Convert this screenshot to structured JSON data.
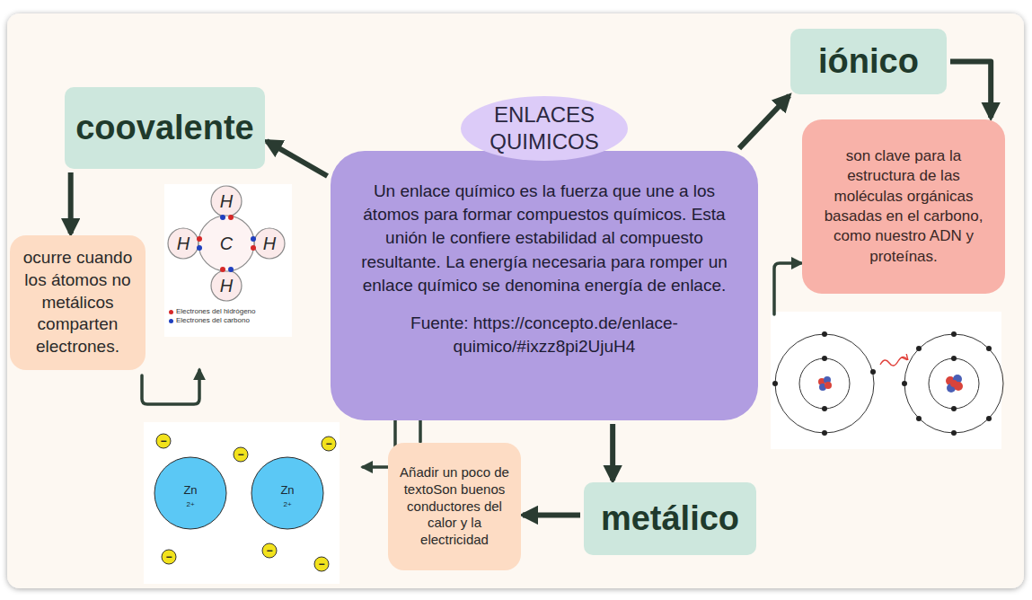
{
  "diagram": {
    "title": "ENLACES QUIMICOS",
    "nodes": [
      {
        "text": [
          "Un enlace químico es la fuerza que une a los átomos para formar compuestos químicos. Esta unión le confiere estabilidad al compuesto resultante. La energía necesaria para romper un enlace químico se denomina energía de enlace.",
          "Fuente: https://concepto.de/enlace-quimico/#ixzz8pi2UjuH4"
        ]
      },
      {
        "text": [
          "coovalente"
        ]
      },
      {
        "text": [
          "ocurre cuando los átomos no metálicos comparten electrones."
        ]
      },
      {
        "text": [
          "iónico"
        ]
      },
      {
        "text": [
          "son clave para la estructura de las moléculas orgánicas basadas en el carbono, como nuestro ADN y proteínas."
        ]
      },
      {
        "text": [
          "metálico"
        ]
      },
      {
        "text": [
          "Añadir un poco de textoSon buenos conductores del calor y la electricidad"
        ]
      }
    ],
    "edges": [
      {
        "from": 0,
        "to": 1,
        "arrow": "to"
      },
      {
        "from": 0,
        "to": 3,
        "arrow": "to"
      },
      {
        "from": 0,
        "to": 5,
        "arrow": "to"
      },
      {
        "from": 1,
        "to": 2,
        "arrow": "to"
      },
      {
        "from": 3,
        "to": 4,
        "arrow": "to"
      },
      {
        "from": 5,
        "to": 6,
        "arrow": "to"
      }
    ],
    "labels": [
      "H",
      "H",
      "C",
      "H",
      "H",
      "Zn",
      "2+",
      "Zn",
      "2+",
      "−",
      "−",
      "−",
      "−",
      "−",
      "−"
    ],
    "legend": [
      {
        "text": "Electrones del hidrógeno",
        "color": "#d62828"
      },
      {
        "text": "Electrones del carbono",
        "color": "#1f3fbf"
      }
    ]
  }
}
